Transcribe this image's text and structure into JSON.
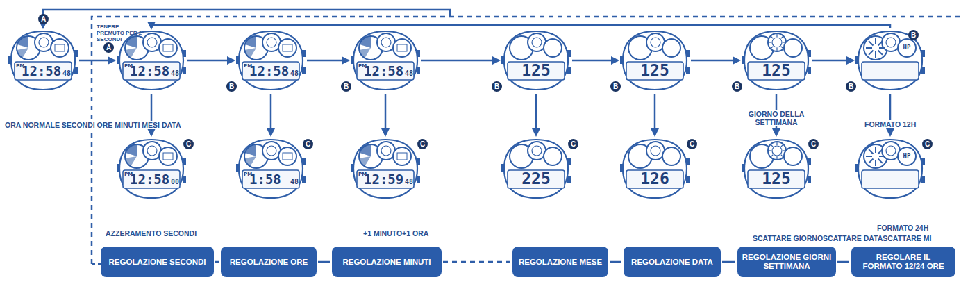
{
  "diagram": {
    "nodes": [
      {
        "text": [
          "PM",
          "12:58",
          "48"
        ]
      },
      {
        "text": [
          "PM",
          "12:58",
          "48"
        ]
      },
      {
        "text": [
          "PM",
          "12:58",
          "48"
        ]
      },
      {
        "text": [
          "PM",
          "12:58",
          "48"
        ]
      },
      {
        "text": [
          "125"
        ]
      },
      {
        "text": [
          "125"
        ]
      },
      {
        "text": [
          "125"
        ]
      },
      {
        "text": [
          "HP"
        ]
      },
      {
        "text": [
          "PM",
          "12:58",
          "00"
        ]
      },
      {
        "text": [
          "PM",
          "1:58",
          "48"
        ]
      },
      {
        "text": [
          "PM",
          "12:59",
          "48"
        ]
      },
      {
        "text": [
          "225"
        ]
      },
      {
        "text": [
          "126"
        ]
      },
      {
        "text": [
          "125"
        ]
      },
      {
        "text": [
          "HP"
        ]
      },
      {
        "text": [
          "REGOLAZIONE SECONDI"
        ]
      },
      {
        "text": [
          "REGOLAZIONE ORE"
        ]
      },
      {
        "text": [
          "REGOLAZIONE MINUTI"
        ]
      },
      {
        "text": [
          "REGOLAZIONE MESE"
        ]
      },
      {
        "text": [
          "REGOLAZIONE DATA"
        ]
      },
      {
        "text": [
          "REGOLAZIONE GIORNI SETTIMANA"
        ]
      },
      {
        "text": [
          "REGOLARE IL FORMATO 12/24 ORE"
        ]
      }
    ],
    "edges": [
      {
        "from": 0,
        "to": 1,
        "arrow": "to"
      },
      {
        "from": 1,
        "to": 2,
        "arrow": "to"
      },
      {
        "from": 2,
        "to": 3,
        "arrow": "to"
      },
      {
        "from": 3,
        "to": 4,
        "arrow": "to"
      },
      {
        "from": 4,
        "to": 5,
        "arrow": "to"
      },
      {
        "from": 5,
        "to": 6,
        "arrow": "to"
      },
      {
        "from": 6,
        "to": 7,
        "arrow": "to"
      },
      {
        "from": 7,
        "to": 1,
        "arrow": "to"
      },
      {
        "from": 1,
        "to": 8,
        "arrow": "to"
      },
      {
        "from": 2,
        "to": 9,
        "arrow": "to"
      },
      {
        "from": 3,
        "to": 10,
        "arrow": "to"
      },
      {
        "from": 4,
        "to": 11,
        "arrow": "to"
      },
      {
        "from": 5,
        "to": 12,
        "arrow": "to"
      },
      {
        "from": 6,
        "to": 13,
        "arrow": "to"
      },
      {
        "from": 7,
        "to": 14,
        "arrow": "to"
      },
      {
        "from": 15,
        "to": 16,
        "arrow": "none"
      },
      {
        "from": 16,
        "to": 17,
        "arrow": "none"
      },
      {
        "from": 17,
        "to": 18,
        "arrow": "none"
      },
      {
        "from": 18,
        "to": 19,
        "arrow": "none"
      },
      {
        "from": 19,
        "to": 20,
        "arrow": "none"
      },
      {
        "from": 20,
        "to": 21,
        "arrow": "none"
      }
    ],
    "labels": [
      "A",
      "TENERE PREMUTO PER 2 SECONDI",
      "A",
      "B",
      "B",
      "B",
      "B",
      "B",
      "B",
      "B",
      "C",
      "C",
      "C",
      "C",
      "C",
      "C",
      "C",
      "ORA NORMALE SECONDI ORE MINUTI MESI DATA",
      "GIORNO DELLA SETTIMANA",
      "FORMATO 12H",
      "AZZERAMENTO SECONDI",
      "+1 MINUTO+1 ORA",
      "FORMATO 24H",
      "SCATTARE GIORNOSCATTARE DATASCATTARE MI"
    ]
  }
}
